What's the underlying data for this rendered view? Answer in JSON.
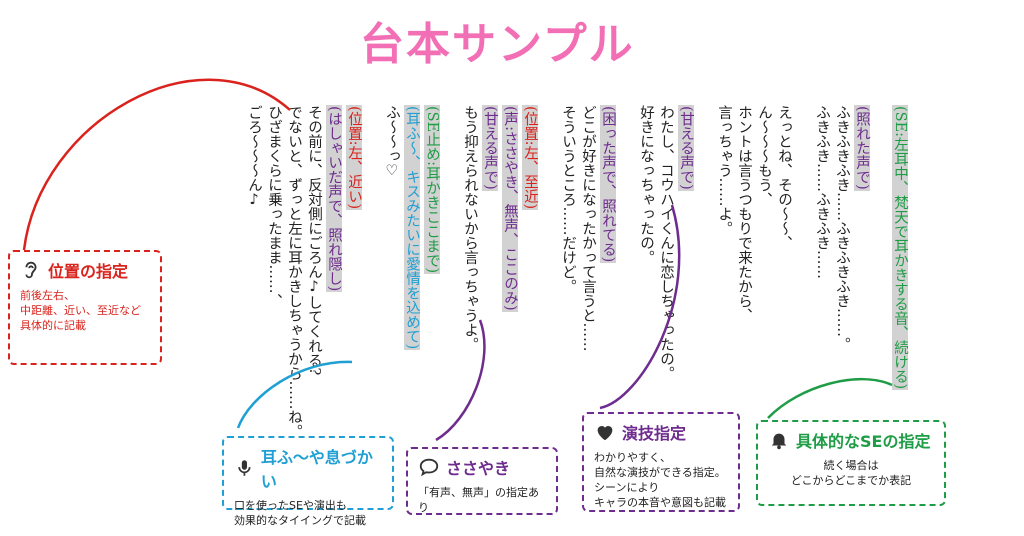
{
  "title": "台本サンプル",
  "colors": {
    "title": "#f26fb6",
    "red": "#d9231c",
    "green": "#1f9c46",
    "purple": "#6e2c8e",
    "blue": "#1f9fd3"
  },
  "script_columns": [
    {
      "note": "(SE:左耳中、梵天で耳かきする音、続ける)",
      "color": "green"
    },
    {
      "gap": true
    },
    {
      "note": "(照れた声で)",
      "color": "purple"
    },
    {
      "text": "ふきふきふき……ふきふきふき……。"
    },
    {
      "text": "ふきふき……ふきふき……"
    },
    {
      "gap": true
    },
    {
      "text": "えっとね、その〜〜、"
    },
    {
      "text": "ん〜〜〜もう、"
    },
    {
      "text": "ホントは言うつもりで来たから、"
    },
    {
      "text": "言っちゃう……よ。"
    },
    {
      "gap": true
    },
    {
      "note": "(甘える声で)",
      "color": "purple"
    },
    {
      "text": "わたし、コウハイくんに恋しちゃったの。"
    },
    {
      "text": "好きになっちゃったの。"
    },
    {
      "gap": true
    },
    {
      "note": "(困った声で、照れてる)",
      "color": "purple"
    },
    {
      "text": "どこが好きになったかって言うと……"
    },
    {
      "text": "そういうところ……だけど。"
    },
    {
      "gap": true
    },
    {
      "note": "(位置:左、至近)",
      "color": "red"
    },
    {
      "note": "(声:ささやき、無声、ここのみ)",
      "color": "purple"
    },
    {
      "note": "(甘える声で)",
      "color": "purple"
    },
    {
      "text": "もう抑えられないから言っちゃうよ。"
    },
    {
      "gap": true
    },
    {
      "note": "(SE止め:耳かきここまで)",
      "color": "green"
    },
    {
      "note": "(耳ふ〜、キスみたいに愛情を込めて)",
      "color": "blue"
    },
    {
      "text": "ふ〜〜っ♡"
    },
    {
      "gap": true
    },
    {
      "note": "(位置:左、近い)",
      "color": "red"
    },
    {
      "note": "(はしゃいだ声で、照れ隠し)",
      "color": "purple"
    },
    {
      "text": "その前に、反対側にごろん♪してくれる?"
    },
    {
      "text": "でないと、ずっと左に耳かきしちゃうから……ね。"
    },
    {
      "text": "ひざまくらに乗ったまま……、"
    },
    {
      "text": "ごろ〜〜〜ん♪"
    }
  ],
  "callouts": {
    "position": {
      "title": "位置の指定",
      "body": "前後左右、\n中距離、近い、至近など\n具体的に記載",
      "icon": "ear-icon"
    },
    "breath": {
      "title": "耳ふ〜や息づかい",
      "body": "口を使ったSEや演出も\n効果的なタイイングで記載",
      "icon": "microphone-icon"
    },
    "whisper": {
      "title": "ささやき",
      "body": "「有声、無声」の指定あり",
      "icon": "speech-bubble-icon"
    },
    "acting": {
      "title": "演技指定",
      "body": "わかりやすく、\n自然な演技ができる指定。\nシーンにより\nキャラの本音や意図も記載",
      "icon": "heart-icon"
    },
    "se": {
      "title": "具体的なSEの指定",
      "body": "続く場合は\nどこからどこまでか表記",
      "icon": "bell-icon"
    }
  }
}
